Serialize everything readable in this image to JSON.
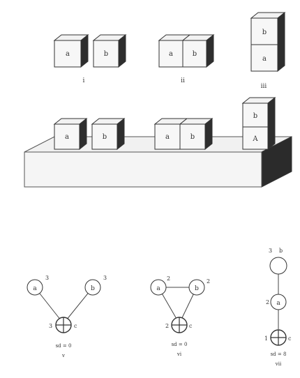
{
  "blocks": {
    "a": "a",
    "b": "b"
  },
  "top_labels": [
    "i",
    "ii",
    "iii"
  ],
  "platform_blocks": {
    "a": "a",
    "b": "b",
    "stack_bottom": "A"
  },
  "graphs": [
    {
      "node_left_label": "a",
      "node_right_label": "b",
      "deg_left": "3",
      "deg_right": "3",
      "center_deg": "3",
      "center_label": "c",
      "sd": "sd = 0",
      "numeral": "v"
    },
    {
      "node_left_label": "a",
      "node_right_label": "b",
      "deg_left": "2",
      "deg_right": "2",
      "center_deg": "2",
      "center_label": "c",
      "sd": "sd = 0",
      "numeral": "vi"
    },
    {
      "top_deg": "3",
      "top_label": "b",
      "mid_deg": "2",
      "mid_label": "a",
      "center_deg": "1",
      "center_label": "c",
      "sd": "sd = 8",
      "numeral": "vii"
    }
  ],
  "colors": {
    "ink": "#333333",
    "face": "#f7f7f7",
    "shade": "#2e2e2e",
    "platform": "#f1f1f1"
  }
}
